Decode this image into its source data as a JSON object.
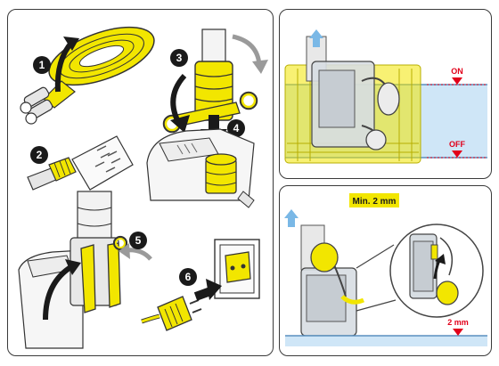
{
  "steps": [
    {
      "number": "1"
    },
    {
      "number": "2"
    },
    {
      "number": "3"
    },
    {
      "number": "4"
    },
    {
      "number": "5"
    },
    {
      "number": "6"
    }
  ],
  "float_panel": {
    "on_label": "ON",
    "off_label": "OFF"
  },
  "clearance_panel": {
    "min_label": "Min. 2 mm",
    "gap_label": "2 mm"
  },
  "colors": {
    "accent_yellow": "#f2e600",
    "water_blue": "#cfe6f7",
    "marker_red": "#e2001a",
    "badge_black": "#1a1a1a",
    "arrow_blue": "#7ab8e6"
  },
  "icons": [
    "hose-roll",
    "hose-connector",
    "camlock-coupling",
    "adapter",
    "lock-clip",
    "power-plug",
    "wall-socket",
    "submersible-pump",
    "float-switch"
  ]
}
